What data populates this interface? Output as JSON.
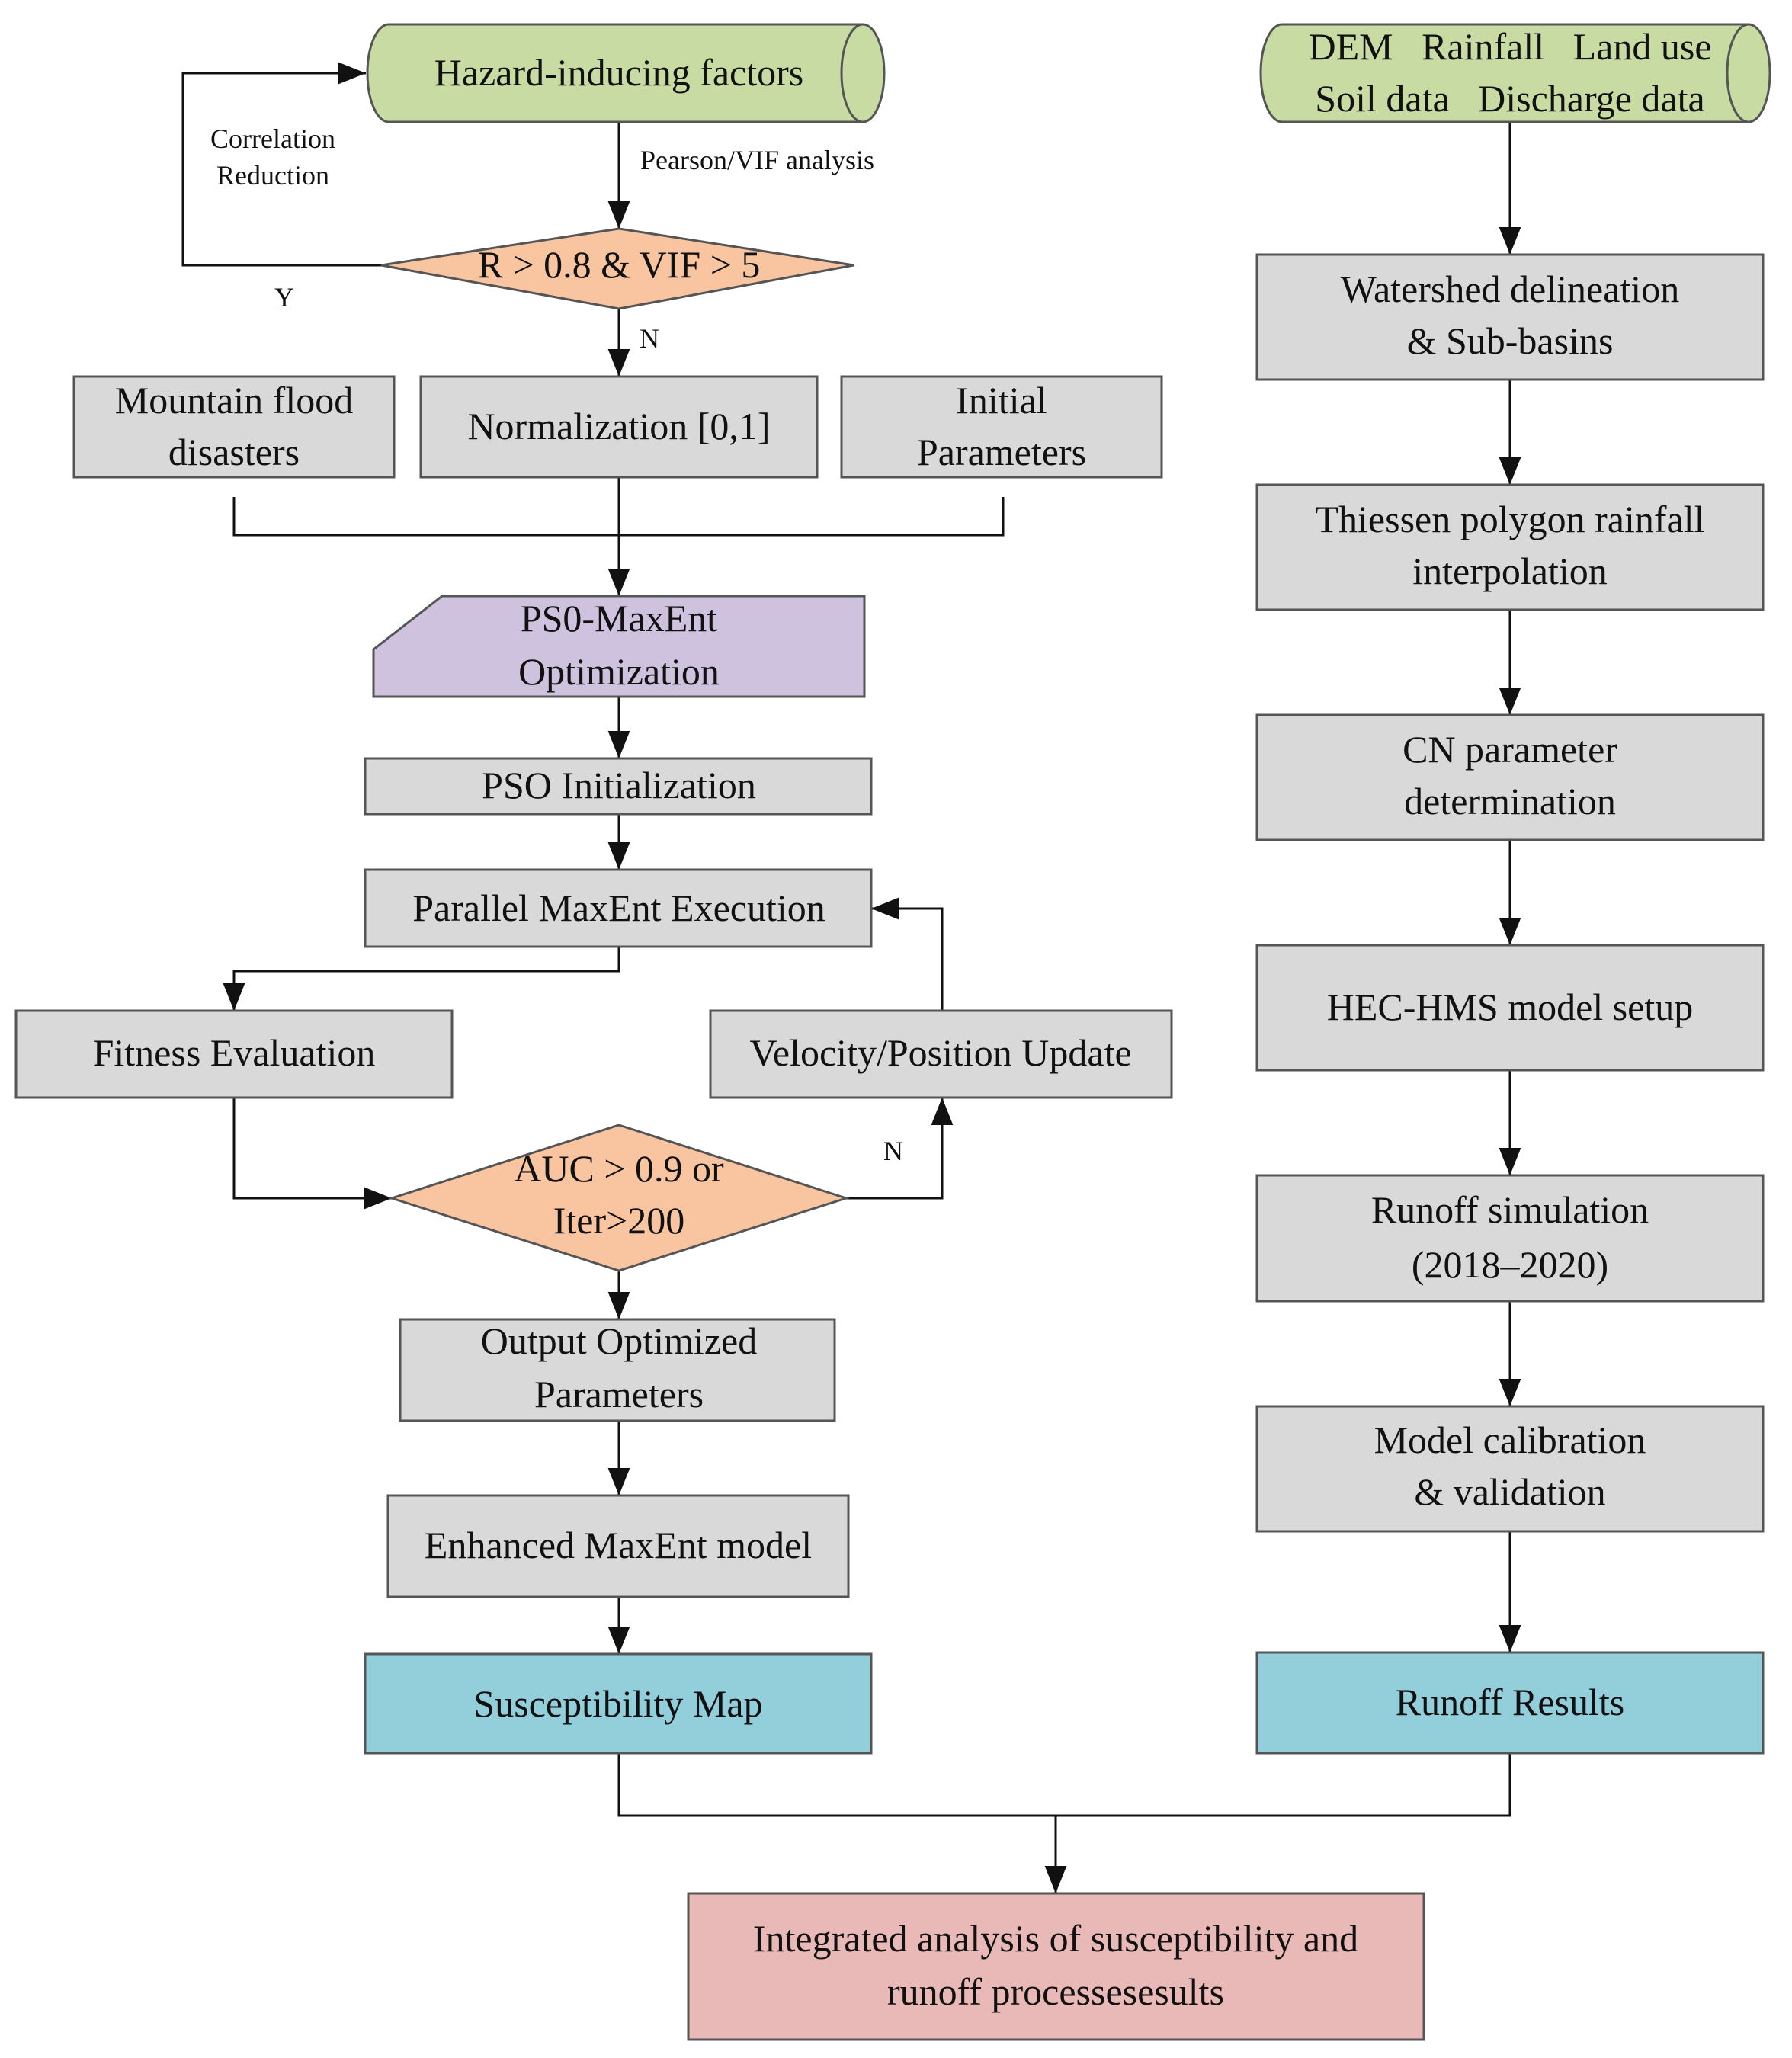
{
  "colors": {
    "data_green": "#c7dba3",
    "process_gray": "#d9d9d9",
    "decision_orange": "#f8c5a0",
    "optimization_purple": "#cfc2de",
    "result_blue": "#93cedb",
    "final_pink": "#e8b9b6"
  },
  "nodes": {
    "hazard_factors": {
      "line1": "Hazard-inducing factors"
    },
    "input_data": {
      "line1": "DEM   Rainfall   Land use",
      "line2": "Soil data   Discharge data"
    },
    "corr_decision": {
      "line1": "R > 0.8 & VIF > 5"
    },
    "mountain_flood": {
      "line1": "Mountain flood",
      "line2": "disasters"
    },
    "normalization": {
      "line1": "Normalization [0,1]"
    },
    "initial_params": {
      "line1": "Initial",
      "line2": "Parameters"
    },
    "pso_maxent": {
      "line1": "PS0-MaxEnt",
      "line2": "Optimization"
    },
    "pso_init": {
      "line1": "PSO Initialization"
    },
    "parallel_maxent": {
      "line1": "Parallel MaxEnt Execution"
    },
    "fitness_eval": {
      "line1": "Fitness Evaluation"
    },
    "velocity_update": {
      "line1": "Velocity/Position Update"
    },
    "auc_decision": {
      "line1": "AUC > 0.9 or",
      "line2": "Iter>200"
    },
    "output_params": {
      "line1": "Output Optimized",
      "line2": "Parameters"
    },
    "enhanced_maxent": {
      "line1": "Enhanced MaxEnt model"
    },
    "susceptibility_map": {
      "line1": "Susceptibility Map"
    },
    "watershed": {
      "line1": "Watershed delineation",
      "line2": "& Sub-basins"
    },
    "thiessen": {
      "line1": "Thiessen polygon rainfall",
      "line2": "interpolation"
    },
    "cn_param": {
      "line1": "CN parameter",
      "line2": "determination"
    },
    "hec_hms": {
      "line1": "HEC-HMS model setup"
    },
    "runoff_sim": {
      "line1": "Runoff simulation",
      "line2": "(2018–2020)"
    },
    "calibration": {
      "line1": "Model calibration",
      "line2": "& validation"
    },
    "runoff_results": {
      "line1": "Runoff Results"
    },
    "integrated": {
      "line1": "Integrated analysis of susceptibility and",
      "line2": "runoff processesesults"
    }
  },
  "labels": {
    "pearson_vif": "Pearson/VIF analysis",
    "correlation": "Correlation",
    "reduction": "Reduction",
    "yes": "Y",
    "no_top": "N",
    "no_loop": "N"
  }
}
